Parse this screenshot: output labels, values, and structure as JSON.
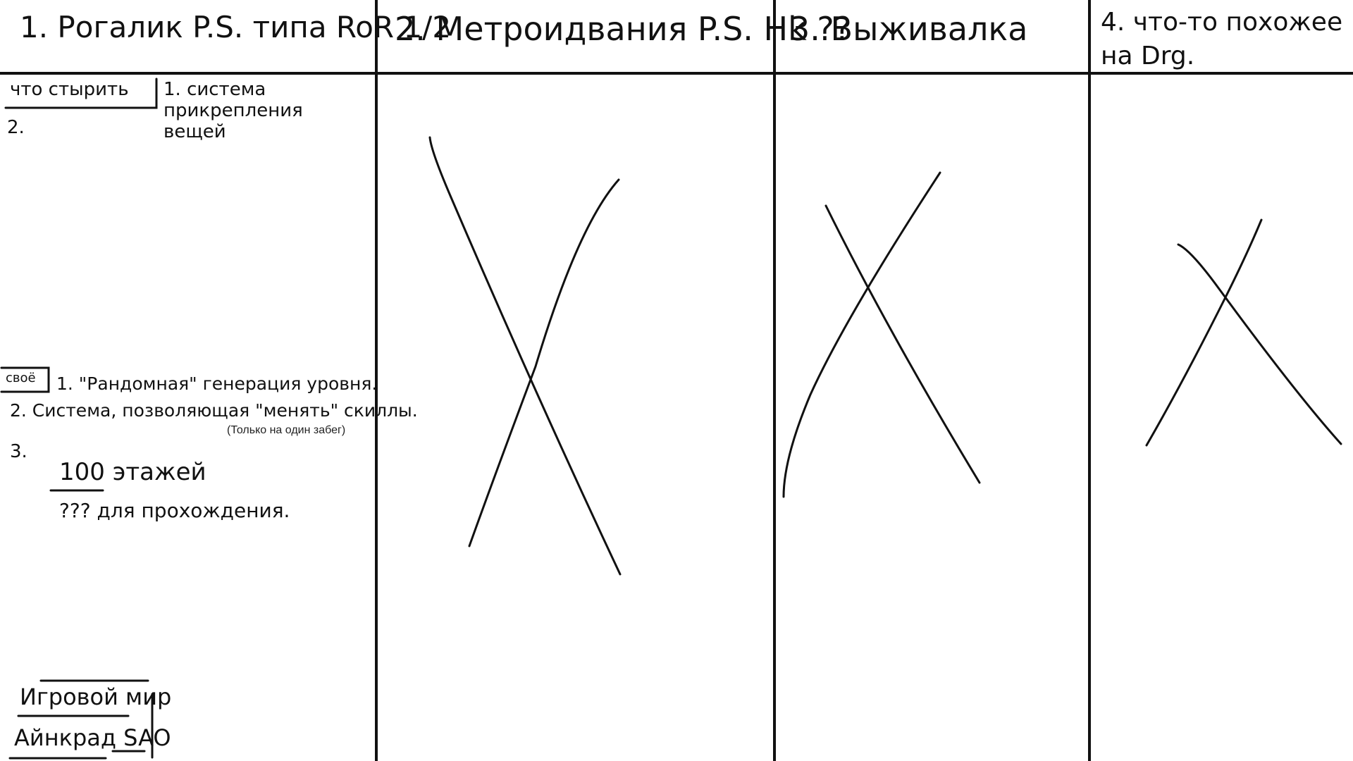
{
  "columns": [
    {
      "title": "1. Рогалик P.S. типа RoR 1/2"
    },
    {
      "title": "2. Метроидвания P.S. Hk ??"
    },
    {
      "title": "3. Выживалка"
    },
    {
      "title": "4. что-то похожее на Drg."
    }
  ],
  "col1": {
    "what_to_steal_label": "что стырить",
    "steal_items": [
      "1. система прикрепления вещей",
      "2."
    ],
    "own_label": "своё",
    "own_items": [
      "1. \"Рандомная\" генерация уровня.",
      "2. Система, позволяющая \"менять\" скиллы.",
      "3."
    ],
    "skills_note": "(Только на один забег)",
    "floors_count": "100 этажей",
    "floors_goal": "??? для прохождения.",
    "world_label": "Игровой мир",
    "world_name": "Айнкрад SAO"
  },
  "colors": {
    "ink": "#111111",
    "background": "#ffffff"
  }
}
